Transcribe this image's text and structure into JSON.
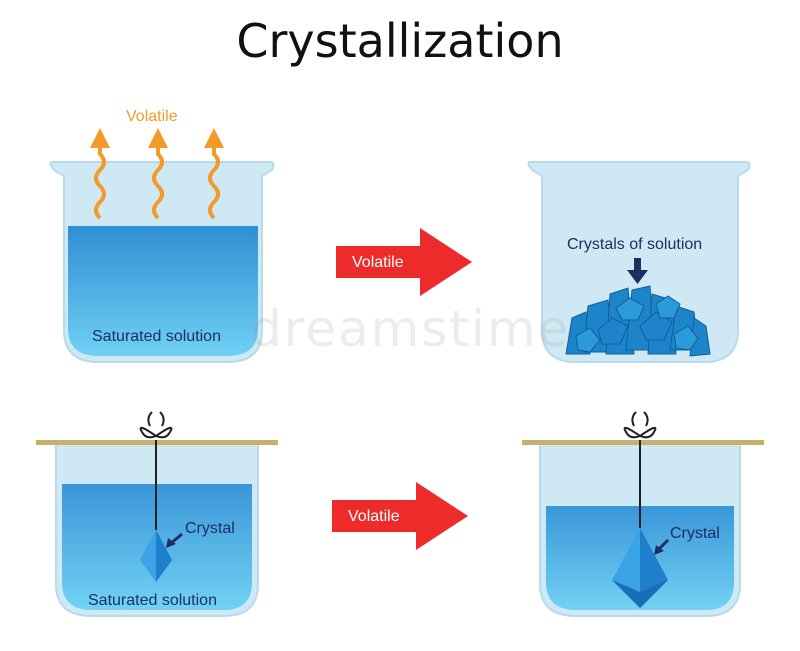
{
  "title": "Crystallization",
  "top_left": {
    "vapor_label": "Volatile",
    "solution_label": "Saturated solution"
  },
  "top_arrow": {
    "label": "Volatile"
  },
  "top_right": {
    "crystals_label": "Crystals of solution"
  },
  "bottom_left": {
    "crystal_label": "Crystal",
    "solution_label": "Saturated solution"
  },
  "bottom_arrow": {
    "label": "Volatile"
  },
  "bottom_right": {
    "crystal_label": "Crystal"
  },
  "watermark": "dreamstime",
  "colors": {
    "beaker": "#cfe9f4",
    "solution_dark": "#2f8fd4",
    "solution_light": "#6fd0f4",
    "vapor": "#f39a2a",
    "arrow": "#ee2b2b",
    "crystal": "#1e84c9",
    "label_text": "#1d2e63",
    "stick": "#c8b06a"
  }
}
